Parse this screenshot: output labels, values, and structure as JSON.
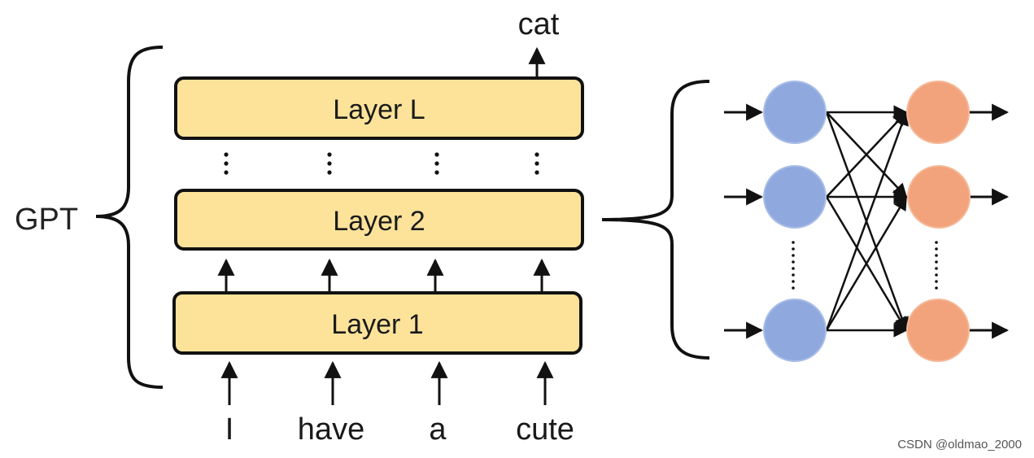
{
  "model_label": "GPT",
  "output_token": "cat",
  "layers": [
    {
      "label": "Layer L"
    },
    {
      "label": "Layer 2"
    },
    {
      "label": "Layer 1"
    }
  ],
  "input_tokens": [
    "I",
    "have",
    "a",
    "cute"
  ],
  "watermark": "CSDN @oldmao_2000",
  "colors": {
    "layer_fill": "#fde39a",
    "layer_stroke": "#111111",
    "input_node": "#8fa9df",
    "output_node": "#f2a37c",
    "line": "#111111"
  }
}
